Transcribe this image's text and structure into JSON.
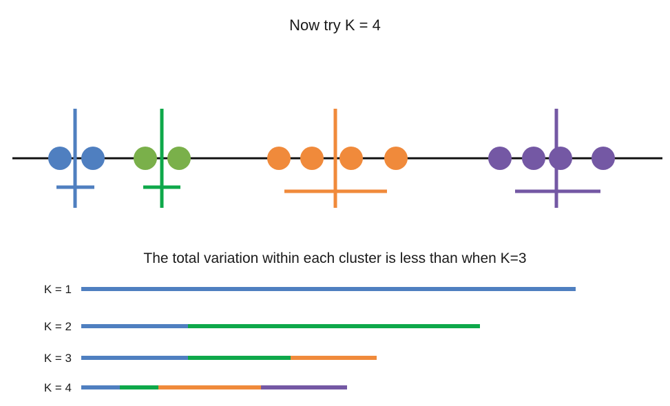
{
  "title": "Now try K = 4",
  "subtitle": "The total variation within each cluster is less than when K=3",
  "colors": {
    "blue": "#4f7fc0",
    "green": "#5fa350",
    "green_bar": "#0ea84a",
    "orange": "#f08a3b",
    "purple": "#7458a4",
    "axis": "#111111"
  },
  "clusters": [
    {
      "name": "cluster-1",
      "color": "#4f7fc0"
    },
    {
      "name": "cluster-2",
      "color": "#7ab04a",
      "mean_color": "#0ea84a"
    },
    {
      "name": "cluster-3",
      "color": "#f08a3b"
    },
    {
      "name": "cluster-4",
      "color": "#7458a4"
    }
  ],
  "rows": [
    {
      "label": "K = 1"
    },
    {
      "label": "K = 2"
    },
    {
      "label": "K = 3"
    },
    {
      "label": "K = 4"
    }
  ]
}
